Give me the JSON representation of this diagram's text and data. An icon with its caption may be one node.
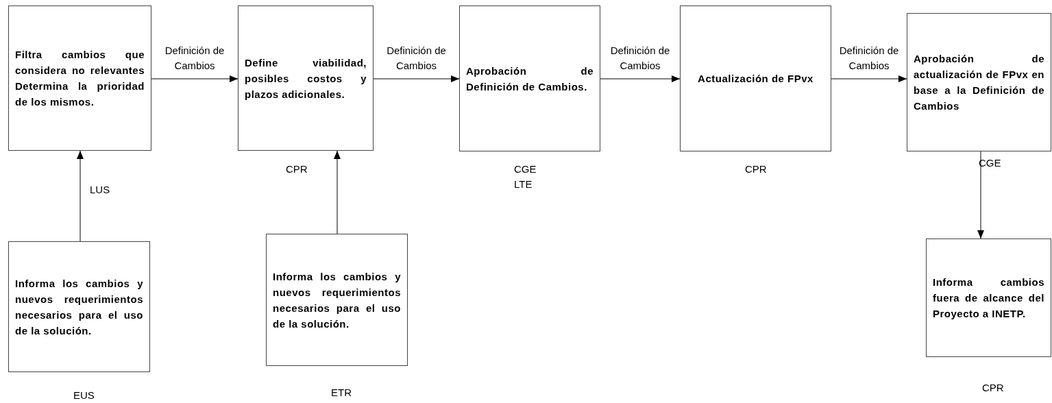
{
  "diagram": {
    "nodes": [
      {
        "text": [
          "Filtra cambios que considera no relevantes Determina la prioridad de los mismos."
        ]
      },
      {
        "text": [
          "Define viabilidad, posibles costos y plazos adicionales."
        ],
        "beside": [
          "CPR"
        ]
      },
      {
        "text": [
          "Aprobación de Definición de Cambios."
        ],
        "beside": [
          "CGE",
          "LTE"
        ]
      },
      {
        "text": [
          "Actualización de FPvx"
        ],
        "beside": [
          "CPR"
        ]
      },
      {
        "text": [
          "Aprobación de actualización de FPvx en base a la Definición de Cambios"
        ],
        "beside": [
          "CGE"
        ]
      },
      {
        "text": [
          "Informa los cambios y nuevos requerimientos necesarios para el uso de la solución."
        ],
        "beside": [
          "EUS"
        ]
      },
      {
        "text": [
          "Informa los cambios y nuevos requerimientos necesarios para el uso de la solución."
        ],
        "beside": [
          "ETR"
        ]
      },
      {
        "text": [
          "Informa cambios fuera de alcance del Proyecto a INETP."
        ],
        "beside": [
          "CPR"
        ]
      }
    ],
    "edges": [
      {
        "from": 0,
        "to": 1,
        "arrow": "to",
        "label": "Definición de Cambios"
      },
      {
        "from": 1,
        "to": 2,
        "arrow": "to",
        "label": "Definición de Cambios"
      },
      {
        "from": 2,
        "to": 3,
        "arrow": "to",
        "label": "Definición de Cambios"
      },
      {
        "from": 3,
        "to": 4,
        "arrow": "to",
        "label": "Definición de Cambios"
      },
      {
        "from": 5,
        "to": 0,
        "arrow": "to",
        "label": "LUS"
      },
      {
        "from": 6,
        "to": 1,
        "arrow": "to"
      },
      {
        "from": 4,
        "to": 7,
        "arrow": "to"
      }
    ]
  }
}
